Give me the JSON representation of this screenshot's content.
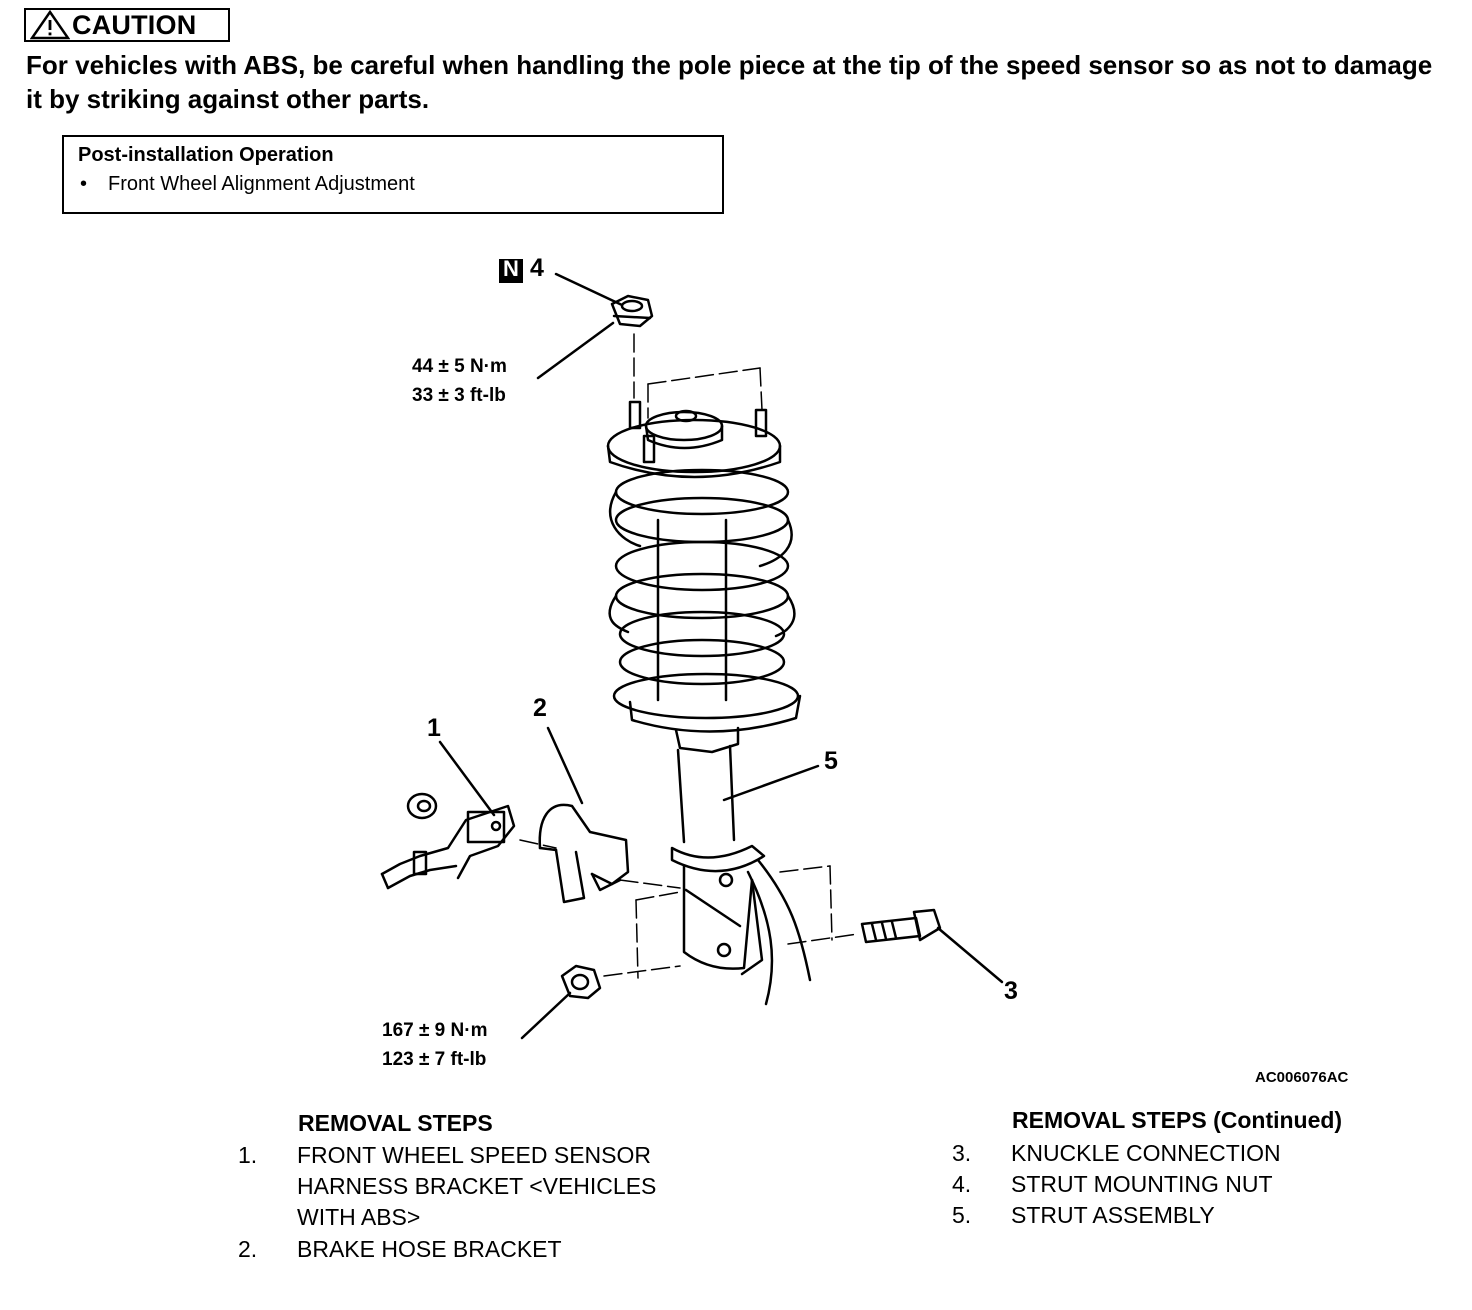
{
  "caution": {
    "label": "CAUTION",
    "text": "For vehicles with ABS, be careful when handling the pole piece at the tip of the speed sensor so as not to damage it by striking against other parts."
  },
  "post_installation": {
    "title": "Post-installation Operation",
    "items": [
      "Front Wheel Alignment Adjustment"
    ]
  },
  "diagram": {
    "callouts": {
      "c1": "1",
      "c2": "2",
      "c3": "3",
      "c4": "4",
      "c5": "5",
      "n_mark": "N"
    },
    "torque_upper": {
      "metric": "44 ± 5 N·m",
      "imperial": "33 ± 3 ft-lb"
    },
    "torque_lower": {
      "metric": "167 ± 9 N·m",
      "imperial": "123 ± 7 ft-lb"
    },
    "figure_code": "AC006076AC"
  },
  "removal_steps": {
    "heading": "REMOVAL STEPS",
    "steps": [
      {
        "num": "1.",
        "lines": [
          "FRONT WHEEL SPEED SENSOR",
          "HARNESS BRACKET <VEHICLES",
          "WITH ABS>"
        ]
      },
      {
        "num": "2.",
        "lines": [
          "BRAKE HOSE BRACKET"
        ]
      }
    ]
  },
  "removal_steps_continued": {
    "heading": "REMOVAL STEPS (Continued)",
    "steps": [
      {
        "num": "3.",
        "text": "KNUCKLE CONNECTION"
      },
      {
        "num": "4.",
        "text": "STRUT MOUNTING NUT"
      },
      {
        "num": "5.",
        "text": "STRUT ASSEMBLY"
      }
    ]
  }
}
